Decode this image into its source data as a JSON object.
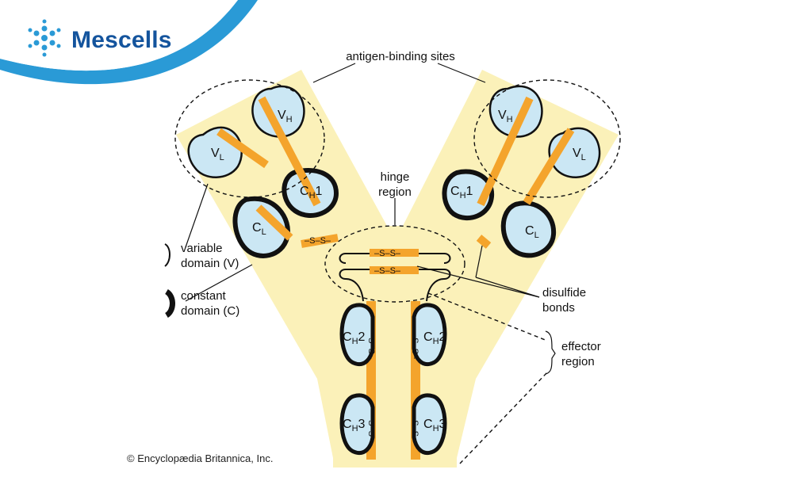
{
  "brand": {
    "name": "Mescells",
    "logo_icon": "cell-cluster-icon",
    "accent_color": "#14549d",
    "swoosh_color": "#2a9ad6"
  },
  "diagram": {
    "title_callout": "antigen-binding sites",
    "hinge": [
      "hinge",
      "region"
    ],
    "disulfide": [
      "disulfide",
      "bonds"
    ],
    "effector": [
      "effector",
      "region"
    ],
    "legend": {
      "variable": [
        "variable",
        "domain (V)"
      ],
      "constant": [
        "constant",
        "domain (C)"
      ]
    },
    "domains": {
      "vl": {
        "main": "V",
        "sub": "L"
      },
      "vh": {
        "main": "V",
        "sub": "H"
      },
      "ch1": {
        "main": "C",
        "sub": "H",
        "suffix": "1"
      },
      "cl": {
        "main": "C",
        "sub": "L"
      },
      "ch2": {
        "main": "C",
        "sub": "H",
        "suffix": "2"
      },
      "ch3": {
        "main": "C",
        "sub": "H",
        "suffix": "3"
      }
    },
    "bond_label": "–S–S–",
    "colors": {
      "background_y": "#fbf1b9",
      "domain_fill": "#cbe7f4",
      "bond": "#f4a42c",
      "outline": "#111111"
    }
  },
  "copyright": "© Encyclopædia Britannica, Inc."
}
